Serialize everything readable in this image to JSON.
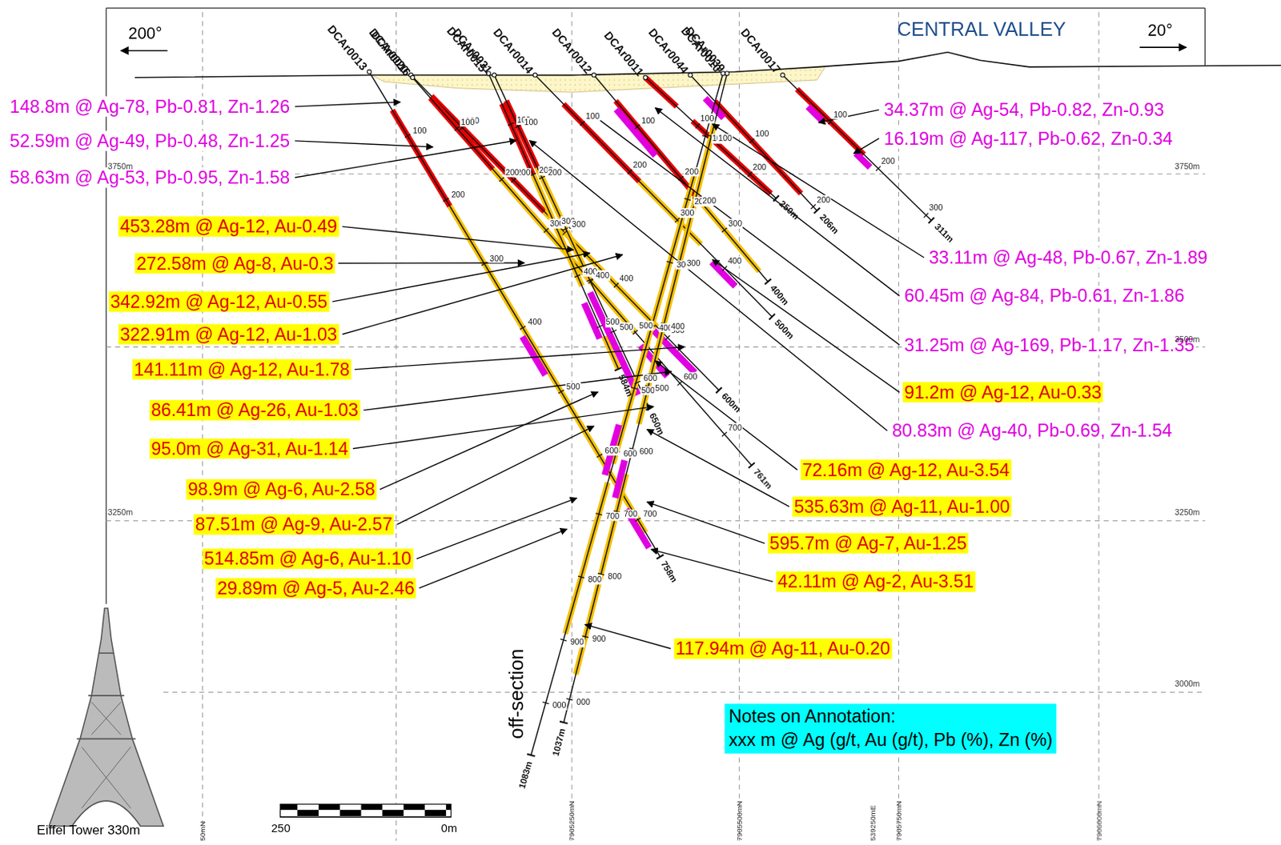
{
  "diagram": {
    "nodes": [
      {
        "text": [
          "Notes on Annotation:",
          "xxx m @ Ag (g/t, Au (g/t), Pb (%), Zn (%)"
        ]
      }
    ],
    "labels": [
      "CENTRAL VALLEY",
      "200°",
      "20°",
      "DCAr0013",
      "DCAr0020",
      "DCAr0016",
      "DCAr0015",
      "DCAr0031",
      "DCAr0014",
      "DCAr0012",
      "DCAr0011",
      "DCAr0044",
      "DCAr0010",
      "DCAr0039",
      "DCAr0017",
      "100",
      "200",
      "300",
      "400",
      "500",
      "600",
      "700",
      "100",
      "200",
      "300",
      "400",
      "500",
      "100",
      "200",
      "300",
      "400",
      "500",
      "600",
      "700",
      "100",
      "200",
      "300",
      "400",
      "500",
      "100",
      "200",
      "300",
      "400",
      "500",
      "600",
      "100",
      "200",
      "300",
      "400",
      "100",
      "200",
      "300",
      "100",
      "200",
      "100",
      "200",
      "100",
      "200",
      "300",
      "400",
      "500",
      "600",
      "700",
      "800",
      "900",
      "000",
      "100",
      "200",
      "300",
      "400",
      "500",
      "600",
      "700",
      "800",
      "900",
      "000",
      "100",
      "200",
      "300",
      "758m",
      "600m",
      "761m",
      "584m",
      "650m",
      "500m",
      "400m",
      "250m",
      "206m",
      "1083m",
      "1037m",
      "311m",
      "148.8m @ Ag-78, Pb-0.81, Zn-1.26",
      "52.59m @ Ag-49, Pb-0.48, Zn-1.25",
      "58.63m @ Ag-53, Pb-0.95, Zn-1.58",
      "34.37m @ Ag-54, Pb-0.82, Zn-0.93",
      "16.19m @ Ag-117, Pb-0.62, Zn-0.34",
      "453.28m @ Ag-12, Au-0.49",
      "272.58m @ Ag-8, Au-0.3",
      "342.92m @ Ag-12, Au-0.55",
      "322.91m @ Ag-12, Au-1.03",
      "141.11m @ Ag-12, Au-1.78",
      "86.41m @ Ag-26, Au-1.03",
      "95.0m @ Ag-31, Au-1.14",
      "98.9m @ Ag-6, Au-2.58",
      "87.51m @ Ag-9, Au-2.57",
      "514.85m @ Ag-6, Au-1.10",
      "29.89m @ Ag-5, Au-2.46",
      "33.11m @ Ag-48, Pb-0.67, Zn-1.89",
      "60.45m @ Ag-84, Pb-0.61, Zn-1.86",
      "31.25m @ Ag-169, Pb-1.17, Zn-1.35",
      "91.2m @ Ag-12, Au-0.33",
      "80.83m @ Ag-40, Pb-0.69, Zn-1.54",
      "72.16m @ Ag-12, Au-3.54",
      "535.63m @ Ag-11, Au-1.00",
      "595.7m @ Ag-7, Au-1.25",
      "42.11m @ Ag-2, Au-3.51",
      "117.94m @ Ag-11, Au-0.20",
      "3750m",
      "3750m",
      "3500m",
      "3250m",
      "3250m",
      "3000m",
      "50mN",
      "7905250mN",
      "7905500mN",
      "539250mE",
      "7905750mN",
      "7906000mN",
      "250",
      "0m",
      "off-section",
      "Eiffel Tower 330m"
    ]
  }
}
